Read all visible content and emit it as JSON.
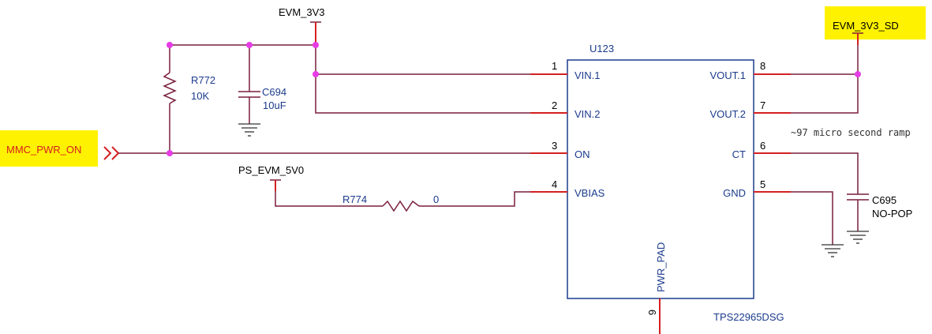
{
  "nets": {
    "evm_3v3": "EVM_3V3",
    "evm_3v3_sd": "EVM_3V3_SD",
    "mmc_pwr_on": "MMC_PWR_ON",
    "ps_evm_5v0": "PS_EVM_5V0"
  },
  "components": {
    "r772": {
      "ref": "R772",
      "value": "10K"
    },
    "c694": {
      "ref": "C694",
      "value": "10uF"
    },
    "r774": {
      "ref": "R774",
      "value": "0"
    },
    "c695": {
      "ref": "C695",
      "value": "NO-POP"
    },
    "u123": {
      "ref": "U123",
      "part": "TPS22965DSG"
    }
  },
  "pins": {
    "p1": {
      "num": "1",
      "name": "VIN.1"
    },
    "p2": {
      "num": "2",
      "name": "VIN.2"
    },
    "p3": {
      "num": "3",
      "name": "ON"
    },
    "p4": {
      "num": "4",
      "name": "VBIAS"
    },
    "p8": {
      "num": "8",
      "name": "VOUT.1"
    },
    "p7": {
      "num": "7",
      "name": "VOUT.2"
    },
    "p6": {
      "num": "6",
      "name": "CT"
    },
    "p5": {
      "num": "5",
      "name": "GND"
    },
    "p9": {
      "num": "9",
      "name": "PWR_PAD"
    }
  },
  "annotation": "~97 micro second ramp",
  "colors": {
    "highlight": "#fff200",
    "wire": "#7a1f3d",
    "pin": "#d42020",
    "label": "#1b3b8c",
    "junction": "#e63ce6"
  }
}
